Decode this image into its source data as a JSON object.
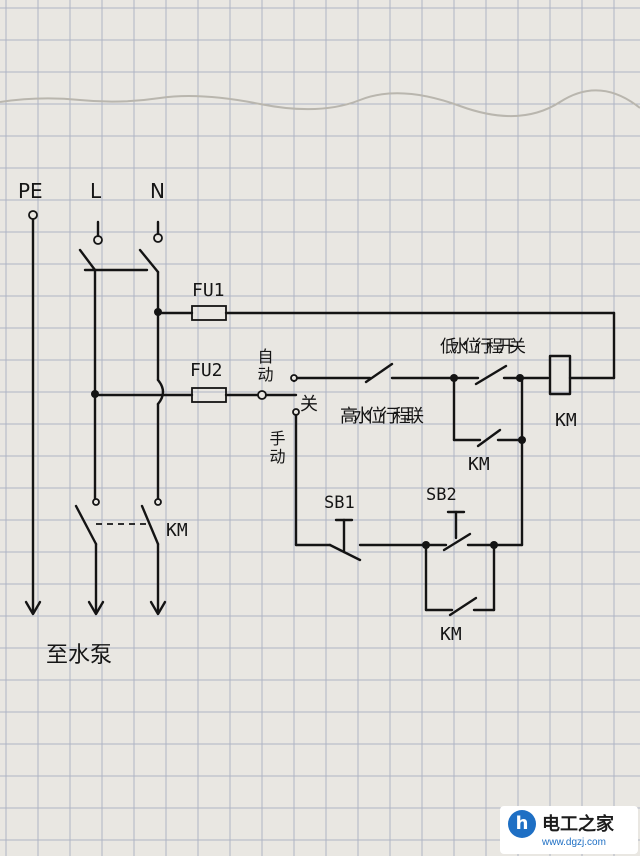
{
  "terminals": {
    "pe": "PE",
    "l": "L",
    "n": "N"
  },
  "fuses": {
    "fu1": "FU1",
    "fu2": "FU2"
  },
  "selector": {
    "auto": "自动",
    "switch": "关",
    "manual": "手动"
  },
  "switches": {
    "high_level": "高水位行程联",
    "low_level": "低水位行程开关",
    "sb1": "SB1",
    "sb2": "SB2"
  },
  "contactor": {
    "coil": "KM",
    "main_contacts": "KM",
    "aux_low": "KM",
    "aux_sb2": "KM"
  },
  "output_label": "至水泵",
  "watermark": {
    "logo": "h",
    "name": "电工之家",
    "url": "www.dgzj.com"
  },
  "colors": {
    "paper": "#e9e7e2",
    "grid": "#aeb4c4",
    "ink": "#141414",
    "brand": "#1e6fc4"
  }
}
